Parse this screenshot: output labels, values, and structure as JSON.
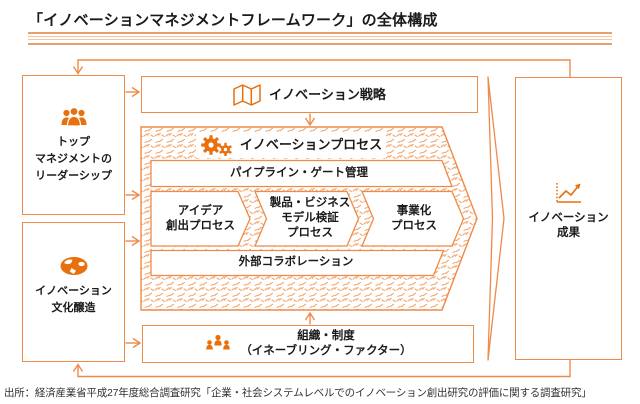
{
  "title": "「イノベーションマネジメントフレームワーク」の全体構成",
  "source": "出所：経済産業省平成27年度総合調査研究「企業・社会システムレベルでのイノベーション創出研究の評価に関する調査研究」",
  "colors": {
    "accent": "#EE8A4A",
    "icon": "#E8700E",
    "hatch": "#F3A76E",
    "text": "#1A1A1A"
  },
  "nodes": {
    "top_management": {
      "icon": "people-group-icon",
      "lines": [
        "トップ",
        "マネジメントの",
        "リーダーシップ"
      ]
    },
    "culture": {
      "icon": "globe-icon",
      "lines": [
        "イノベーション",
        "文化醸造"
      ]
    },
    "strategy": {
      "icon": "map-icon",
      "label": "イノベーション戦略"
    },
    "process": {
      "icon": "gears-icon",
      "label": "イノベーションプロセス",
      "pipeline": "パイプライン・ゲート管理",
      "stages": [
        {
          "lines": [
            "アイデア",
            "創出プロセス"
          ]
        },
        {
          "lines": [
            "製品・ビジネス",
            "モデル検証",
            "プロセス"
          ]
        },
        {
          "lines": [
            "事業化",
            "プロセス"
          ]
        }
      ],
      "collaboration": "外部コラボレーション"
    },
    "organization": {
      "icon": "org-chart-people-icon",
      "lines": [
        "組織・制度",
        "（イネーブリング・ファクター）"
      ]
    },
    "outcome": {
      "icon": "trend-up-chart-icon",
      "lines": [
        "イノベーション",
        "成果"
      ]
    }
  }
}
